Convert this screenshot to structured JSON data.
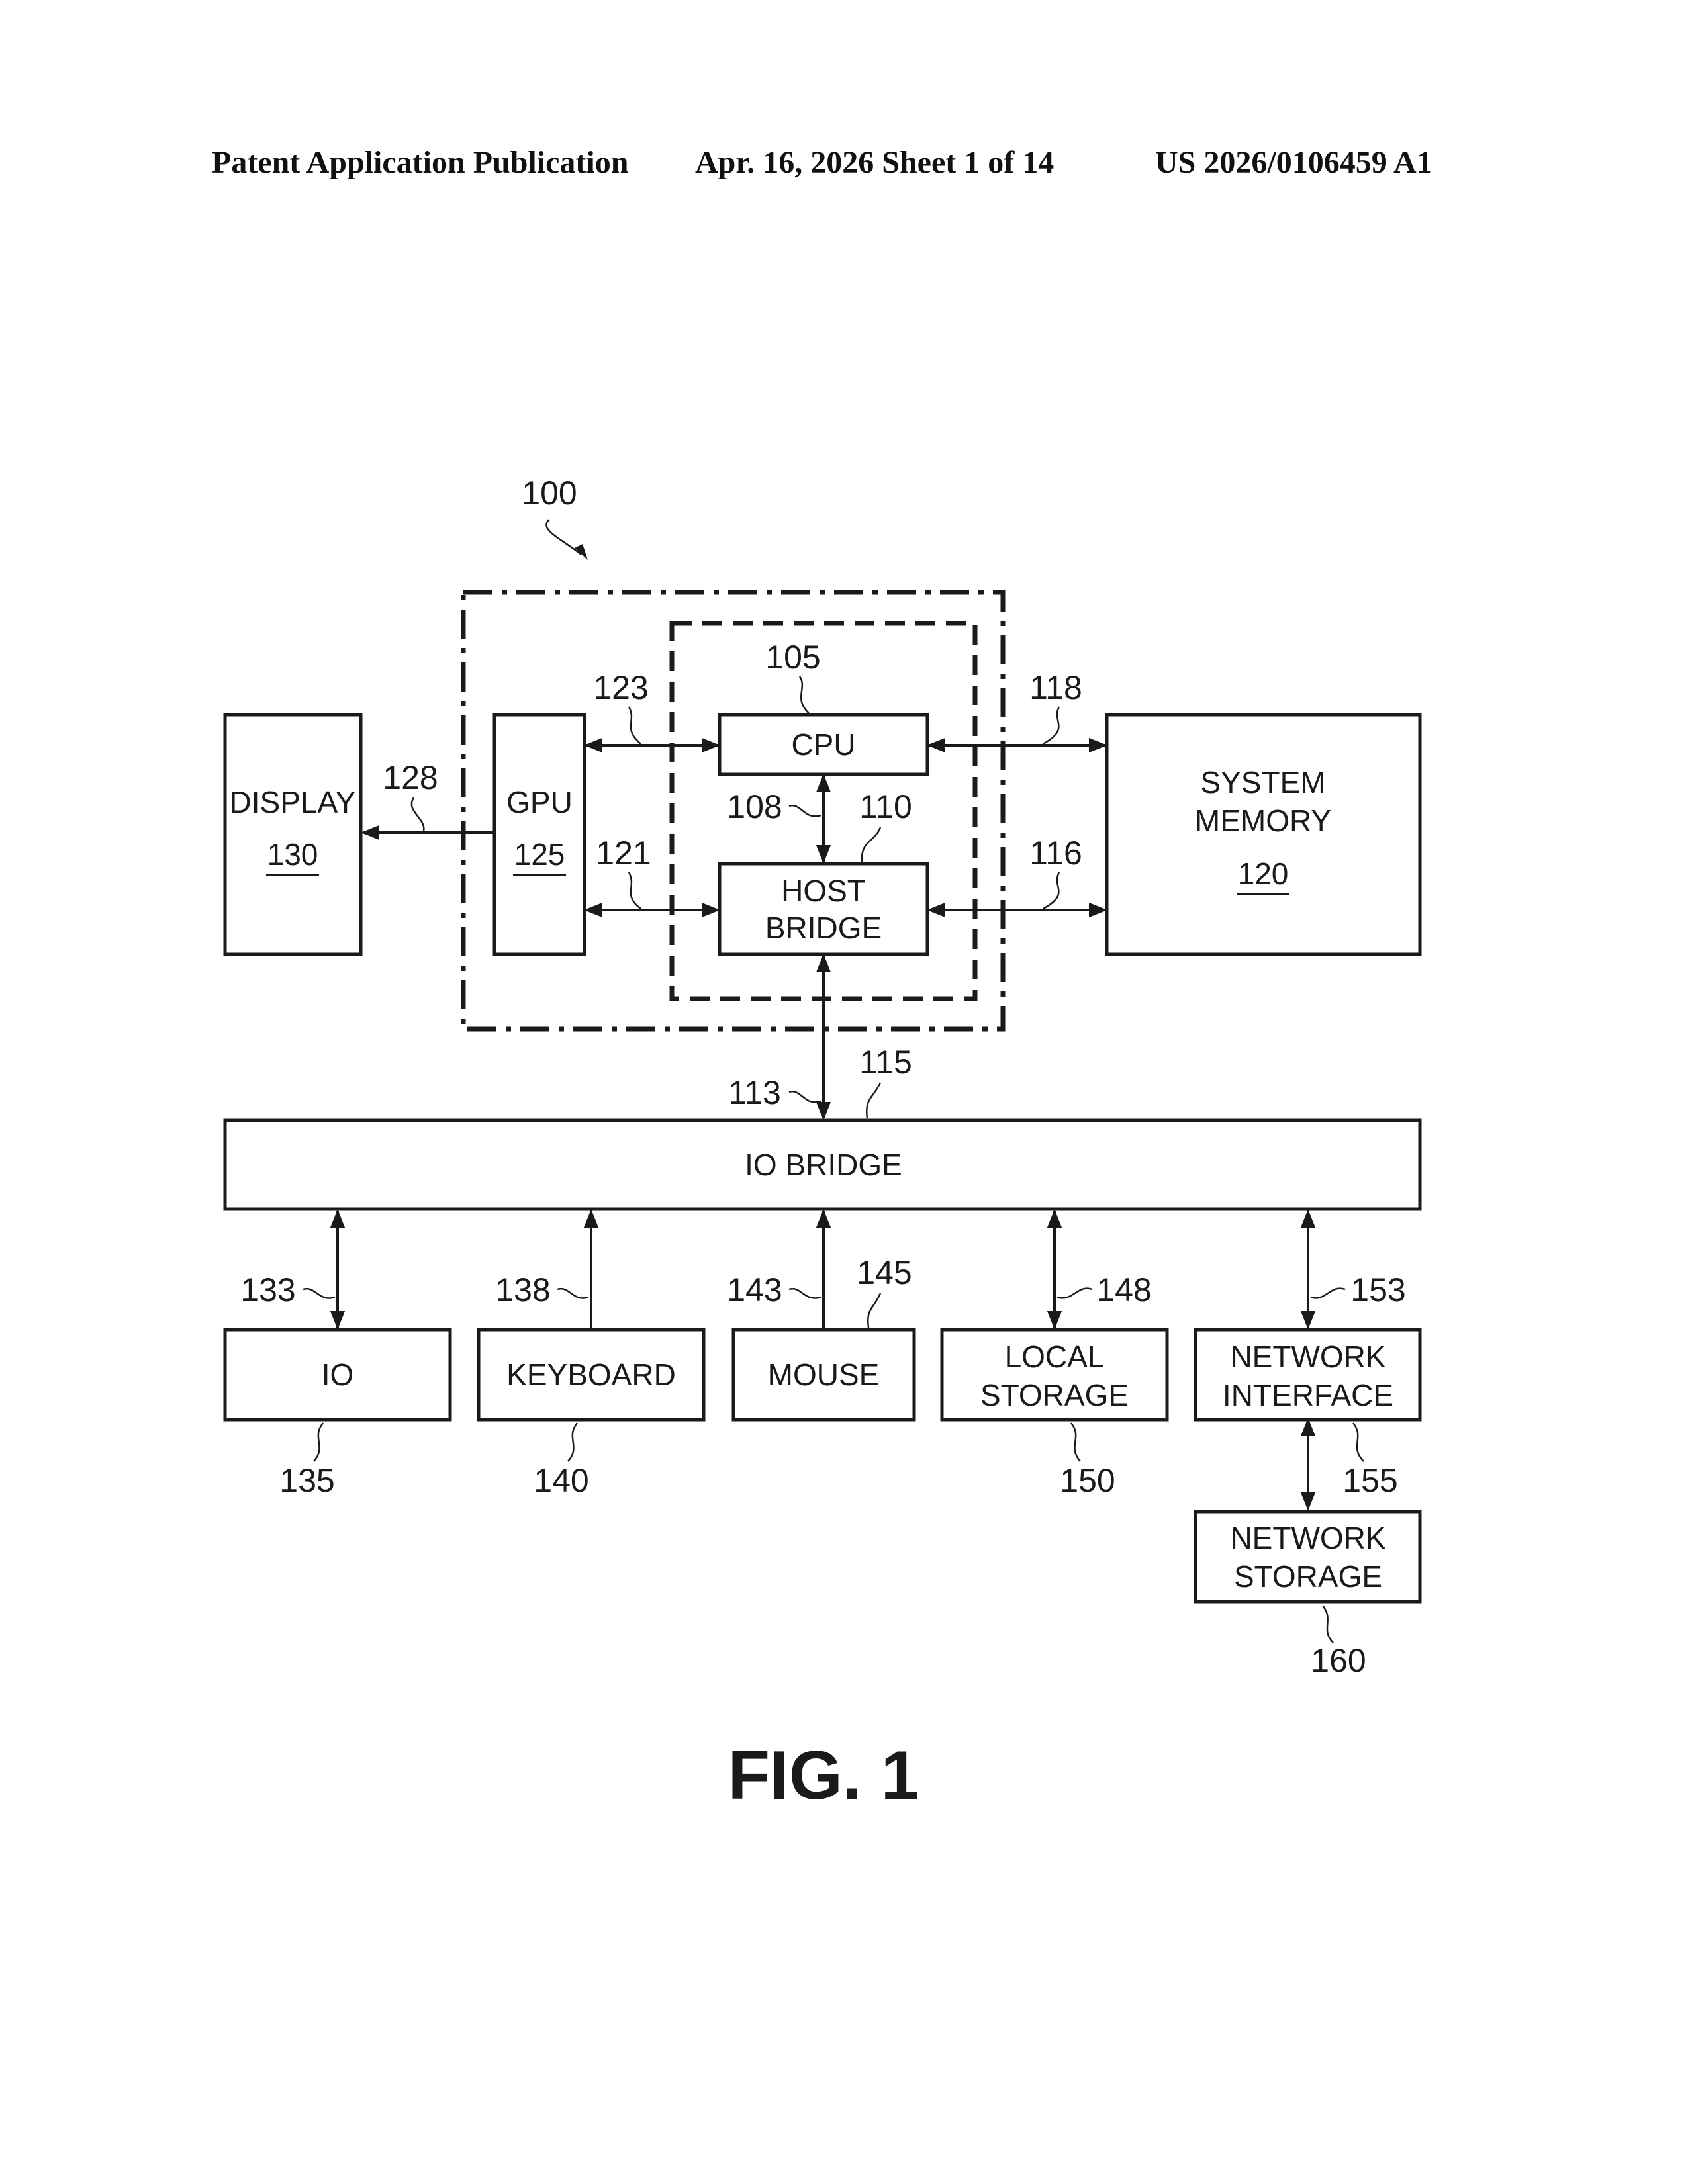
{
  "header": {
    "left": "Patent Application Publication",
    "middle": "Apr. 16, 2026  Sheet 1 of 14",
    "right": "US 2026/0106459 A1"
  },
  "figure": {
    "system_ref": "100",
    "caption": "FIG. 1",
    "blocks": {
      "display": {
        "lines": [
          "DISPLAY"
        ],
        "ref": "130"
      },
      "gpu": {
        "lines": [
          "GPU"
        ],
        "ref": "125"
      },
      "cpu": {
        "lines": [
          "CPU"
        ],
        "ref": "105"
      },
      "host_bridge": {
        "lines": [
          "HOST",
          "BRIDGE"
        ],
        "ref": "110"
      },
      "system_memory": {
        "lines": [
          "SYSTEM",
          "MEMORY"
        ],
        "ref": "120"
      },
      "io_bridge": {
        "lines": [
          "IO BRIDGE"
        ],
        "ref": "115"
      },
      "io": {
        "lines": [
          "IO"
        ],
        "ref": "135"
      },
      "keyboard": {
        "lines": [
          "KEYBOARD"
        ],
        "ref": "140"
      },
      "mouse": {
        "lines": [
          "MOUSE"
        ],
        "ref": "145"
      },
      "local_storage": {
        "lines": [
          "LOCAL",
          "STORAGE"
        ],
        "ref": "150"
      },
      "network_interface": {
        "lines": [
          "NETWORK",
          "INTERFACE"
        ],
        "ref": "155"
      },
      "network_storage": {
        "lines": [
          "NETWORK",
          "STORAGE"
        ],
        "ref": "160"
      }
    },
    "connections": {
      "gpu_display": "128",
      "gpu_cpu": "123",
      "gpu_host_bridge": "121",
      "cpu_system_memory": "118",
      "host_bridge_system_memory": "116",
      "cpu_host_bridge": "108",
      "host_bridge_io_bridge": "113",
      "io_bridge_io": "133",
      "keyboard_io_bridge": "138",
      "mouse_io_bridge": "143",
      "io_bridge_local_storage": "148",
      "io_bridge_network_interface": "153"
    }
  }
}
